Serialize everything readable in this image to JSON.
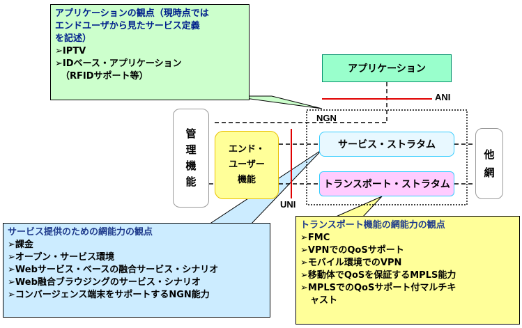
{
  "colors": {
    "application_fill": "#99ffcc",
    "application_border": "#008f6b",
    "stratum_border": "#33ccff",
    "service_fill": "#e8f8ff",
    "transport_fill": "#ffccff",
    "end_user_fill": "#ffff99",
    "callout_top_fill": "#ccffcc",
    "callout_top_text": "#00208c",
    "callout_left_fill": "#ccecff",
    "callout_left_title": "#1f3b8c",
    "callout_right_fill": "#ffff99",
    "callout_right_title": "#1f3b8c",
    "red_line": "#e00000"
  },
  "nodes": {
    "application": "アプリケーション",
    "service_stratum": "サービス・ストラタム",
    "transport_stratum": "トランスポート・ストラタム",
    "management": [
      "管",
      "理",
      "機",
      "能"
    ],
    "end_user": [
      "エンド・",
      "ユーザー",
      "機能"
    ],
    "other_network": [
      "他",
      "網"
    ]
  },
  "labels": {
    "ani": "ANI",
    "nni": "NGN",
    "uni": "UNI"
  },
  "callout_top": {
    "title_lines": [
      "アプリケーションの観点（現時点では",
      "エンドユーザから見たサービス定義",
      "を記述）"
    ],
    "items": [
      "➢IPTV",
      "➢IDベース・アプリケーション",
      "（RFIDサポート等）"
    ]
  },
  "callout_left": {
    "title": "サービス提供のための網能力の観点",
    "items": [
      "➢課金",
      "➢オープン・サービス環境",
      "➢Webサービス・ベースの融合サービス・シナリオ",
      "➢Web融合ブラウジングのサービス・シナリオ",
      "➢コンバージェンス端末をサポートするNGN能力"
    ]
  },
  "callout_right": {
    "title": "トランスポート機能の網能力の観点",
    "items": [
      "➢FMC",
      "➢VPNでのQoSサポート",
      "➢モバイル環境でのVPN",
      "➢移動体でQoSを保証するMPLS能力",
      "➢MPLSでのQoSサポート付マルチキ",
      "ャスト"
    ]
  }
}
